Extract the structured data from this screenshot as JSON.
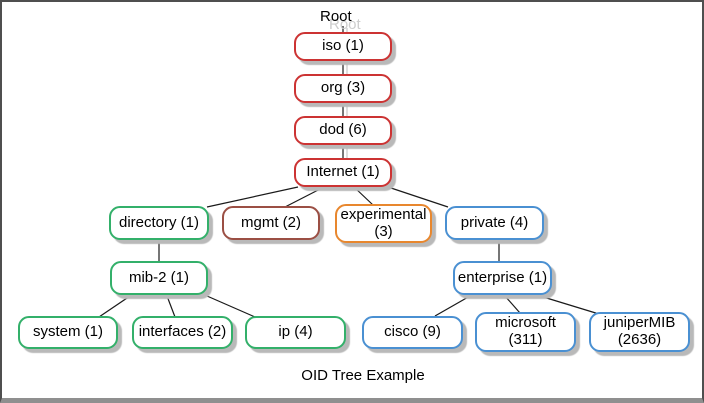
{
  "diagram": {
    "caption": "OID Tree Example",
    "root_label": "Root"
  },
  "colors": {
    "red": "#cc3333",
    "green": "#33b06a",
    "maroon": "#9b4f44",
    "orange": "#e8872e",
    "blue": "#4a90d2"
  },
  "nodes": {
    "iso": {
      "label": "iso (1)",
      "color": "red"
    },
    "org": {
      "label": "org (3)",
      "color": "red"
    },
    "dod": {
      "label": "dod (6)",
      "color": "red"
    },
    "internet": {
      "label": "Internet (1)",
      "color": "red"
    },
    "directory": {
      "label": "directory (1)",
      "color": "green"
    },
    "mgmt": {
      "label": "mgmt (2)",
      "color": "maroon"
    },
    "experimental": {
      "label": "experimental (3)",
      "color": "orange"
    },
    "private": {
      "label": "private (4)",
      "color": "blue"
    },
    "mib2": {
      "label": "mib-2 (1)",
      "color": "green"
    },
    "enterprise": {
      "label": "enterprise (1)",
      "color": "blue"
    },
    "system": {
      "label": "system (1)",
      "color": "green"
    },
    "interfaces": {
      "label": "interfaces (2)",
      "color": "green"
    },
    "ip": {
      "label": "ip (4)",
      "color": "green"
    },
    "cisco": {
      "label": "cisco (9)",
      "color": "blue"
    },
    "microsoft": {
      "label": "microsoft (311)",
      "color": "blue"
    },
    "junipermib": {
      "label": "juniperMIB (2636)",
      "color": "blue"
    }
  },
  "edges": [
    {
      "from": "root",
      "to": "iso"
    },
    {
      "from": "iso",
      "to": "org"
    },
    {
      "from": "org",
      "to": "dod"
    },
    {
      "from": "dod",
      "to": "internet"
    },
    {
      "from": "internet",
      "to": "directory"
    },
    {
      "from": "internet",
      "to": "mgmt"
    },
    {
      "from": "internet",
      "to": "experimental"
    },
    {
      "from": "internet",
      "to": "private"
    },
    {
      "from": "directory",
      "to": "mib2"
    },
    {
      "from": "mib2",
      "to": "system"
    },
    {
      "from": "mib2",
      "to": "interfaces"
    },
    {
      "from": "mib2",
      "to": "ip"
    },
    {
      "from": "private",
      "to": "enterprise"
    },
    {
      "from": "enterprise",
      "to": "cisco"
    },
    {
      "from": "enterprise",
      "to": "microsoft"
    },
    {
      "from": "enterprise",
      "to": "junipermib"
    }
  ]
}
